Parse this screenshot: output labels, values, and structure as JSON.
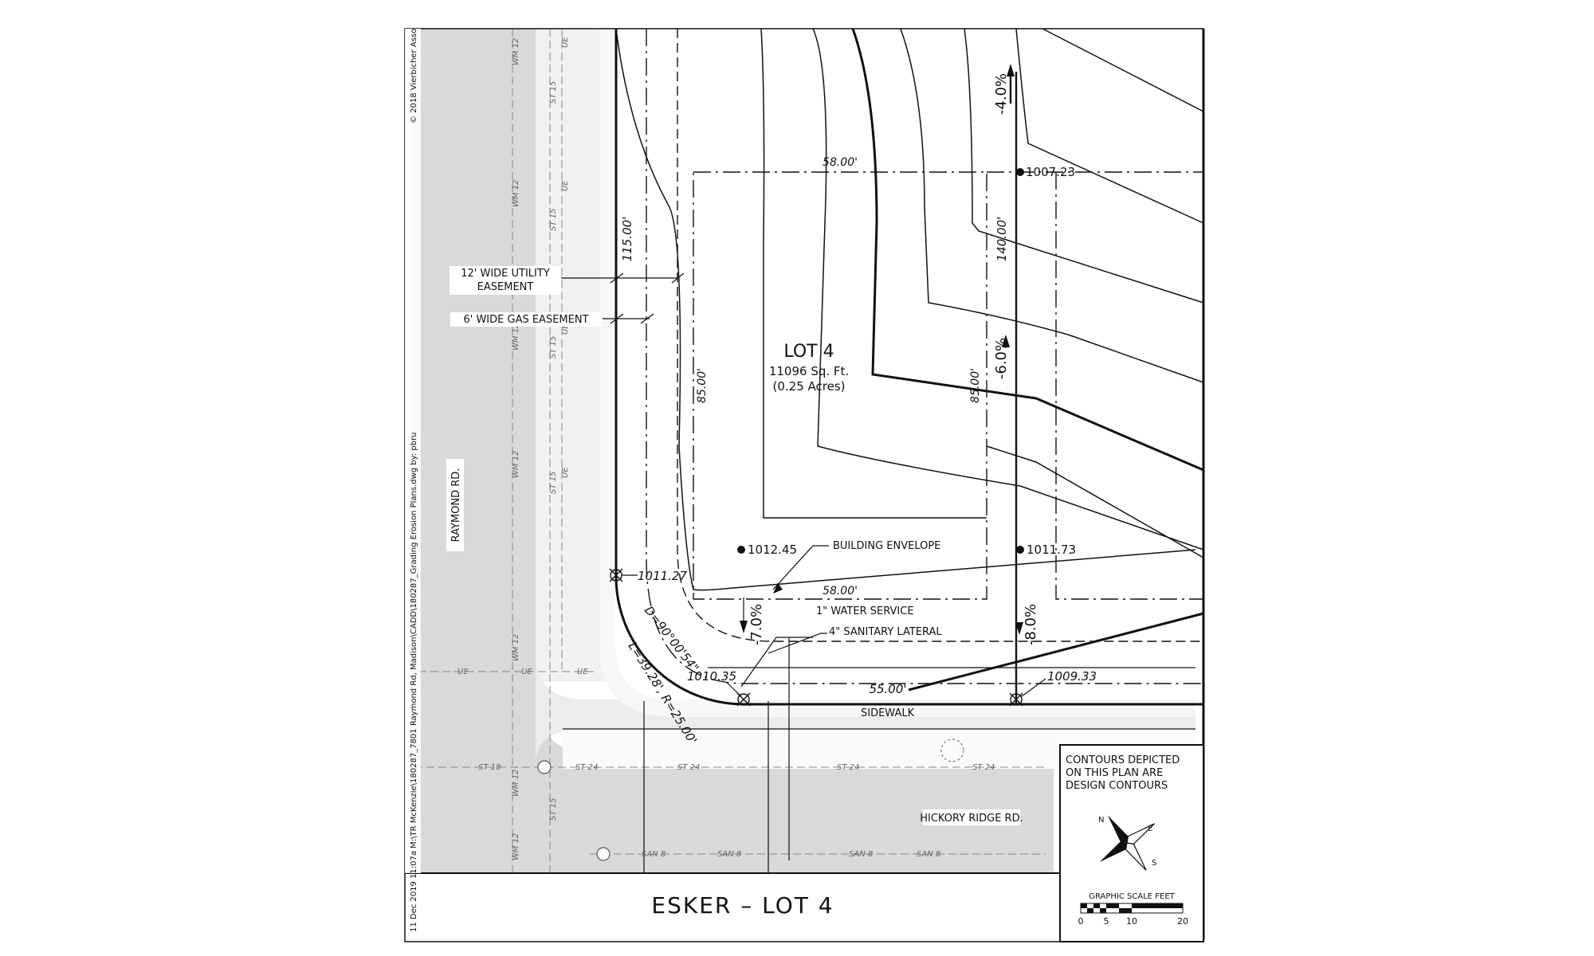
{
  "title": "ESKER – LOT 4",
  "side_text": {
    "copyright": "© 2018 Vierbicher Asso",
    "file_info": "11 Dec 2019   11:07a   M:\\TR McKenzie\\180287_7801 Raymond Rd, Madison\\CADD\\180287_Grading Erosion Plans.dwg   by: pbru"
  },
  "lot": {
    "name": "LOT 4",
    "area_sqft": "11096 Sq. Ft.",
    "area_acres": "(0.25 Acres)"
  },
  "roads": {
    "west": "RAYMOND RD.",
    "south": "HICKORY RIDGE RD.",
    "sidewalk": "SIDEWALK"
  },
  "easements": {
    "utility_line1": "12' WIDE UTILITY",
    "utility_line2": "EASEMENT",
    "gas": "6' WIDE GAS EASEMENT"
  },
  "labels": {
    "building_envelope": "BUILDING ENVELOPE",
    "water_service": "1\" WATER SERVICE",
    "sanitary_lateral": "4\" SANITARY LATERAL"
  },
  "elevations": {
    "ne": "1007.23",
    "nw_env": "1012.45",
    "se_env": "1011.73",
    "curve_start": "1011.27",
    "curve_end": "1010.35",
    "se_corner": "1009.33"
  },
  "dimensions": {
    "top_env": "58.00'",
    "bottom_env": "58.00'",
    "west_env": "85.00'",
    "east_env": "85.00'",
    "west_lot": "115.00'",
    "east_lot": "140.00'",
    "south_lot": "55.00'",
    "curve": "L=39.28', R=25.00'",
    "delta": "D=90°00'54\""
  },
  "slopes": {
    "north": "-4.0%",
    "east": "-6.0%",
    "south_west": "-7.0%",
    "south_east": "-8.0%"
  },
  "utility_tags": {
    "wm": "WM 12",
    "st15": "ST 15",
    "st18": "ST 18",
    "st24": "ST 24",
    "san8": "SAN 8",
    "ue": "UE"
  },
  "notes": {
    "contours_line1": "CONTOURS DEPICTED",
    "contours_line2": "ON THIS PLAN ARE",
    "contours_line3": "DESIGN CONTOURS"
  },
  "north_arrow_letters": {
    "n": "N",
    "e": "E",
    "s": "S"
  },
  "scale": {
    "label": "GRAPHIC SCALE FEET",
    "t0": "0",
    "t5": "5",
    "t10": "10",
    "t20": "20"
  }
}
